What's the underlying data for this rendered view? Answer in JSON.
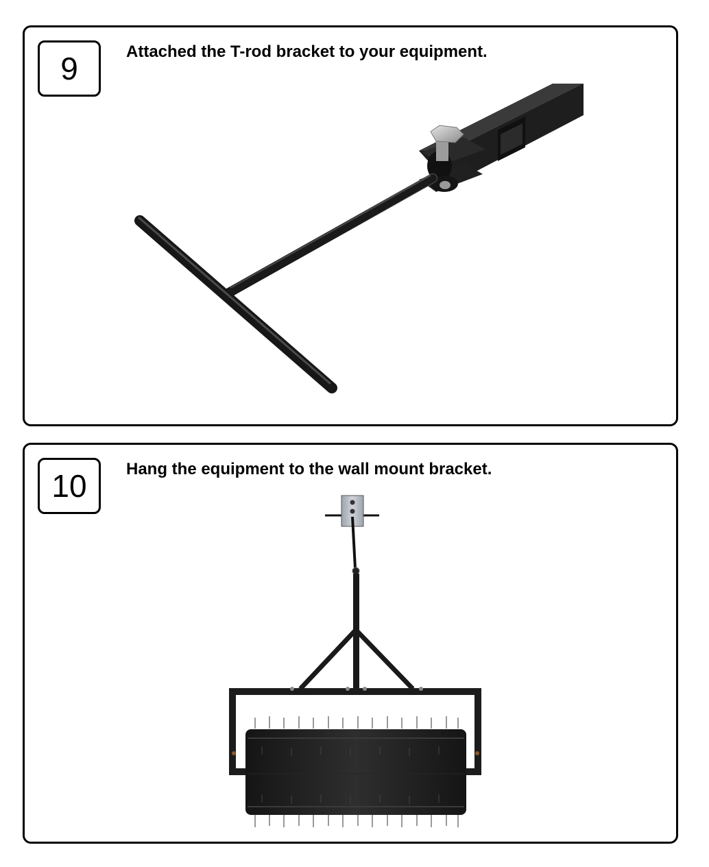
{
  "steps": [
    {
      "number": "9",
      "instruction": "Attached the T-rod bracket to your equipment.",
      "illustration": "t-rod-attached-to-tube-bracket"
    },
    {
      "number": "10",
      "instruction": "Hang the equipment to the wall mount bracket.",
      "illustration": "spike-aerator-hanging-on-wall-mount"
    }
  ],
  "colors": {
    "border": "#000000",
    "steel": "#1c1c1c",
    "plate": "#b9bec6"
  }
}
